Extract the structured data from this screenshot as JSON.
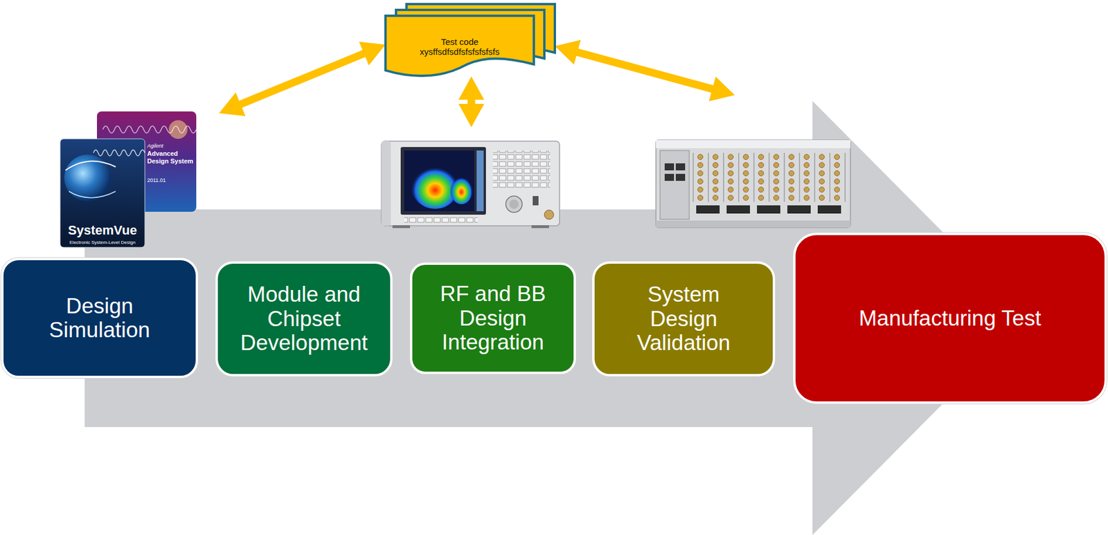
{
  "diagram": {
    "nodes": [
      {
        "text": [
          "Test code",
          "xysffsdfsdfsfsfsfsfsfs"
        ]
      },
      {
        "text": [
          "Design Simulation"
        ]
      },
      {
        "text": [
          "Module and Chipset Development"
        ]
      },
      {
        "text": [
          "RF and BB Design Integration"
        ]
      },
      {
        "text": [
          "System Design Validation"
        ]
      },
      {
        "text": [
          "Manufacturing Test"
        ]
      }
    ],
    "edges": [
      {
        "from": 0,
        "to": 1,
        "arrow": "both"
      },
      {
        "from": 0,
        "to": 3,
        "arrow": "both"
      },
      {
        "from": 0,
        "to": 4,
        "arrow": "both"
      }
    ],
    "labels": [
      "SystemVue",
      "Electronic System-Level Design",
      "Agilent",
      "Advanced Design System",
      "2011.01"
    ]
  }
}
